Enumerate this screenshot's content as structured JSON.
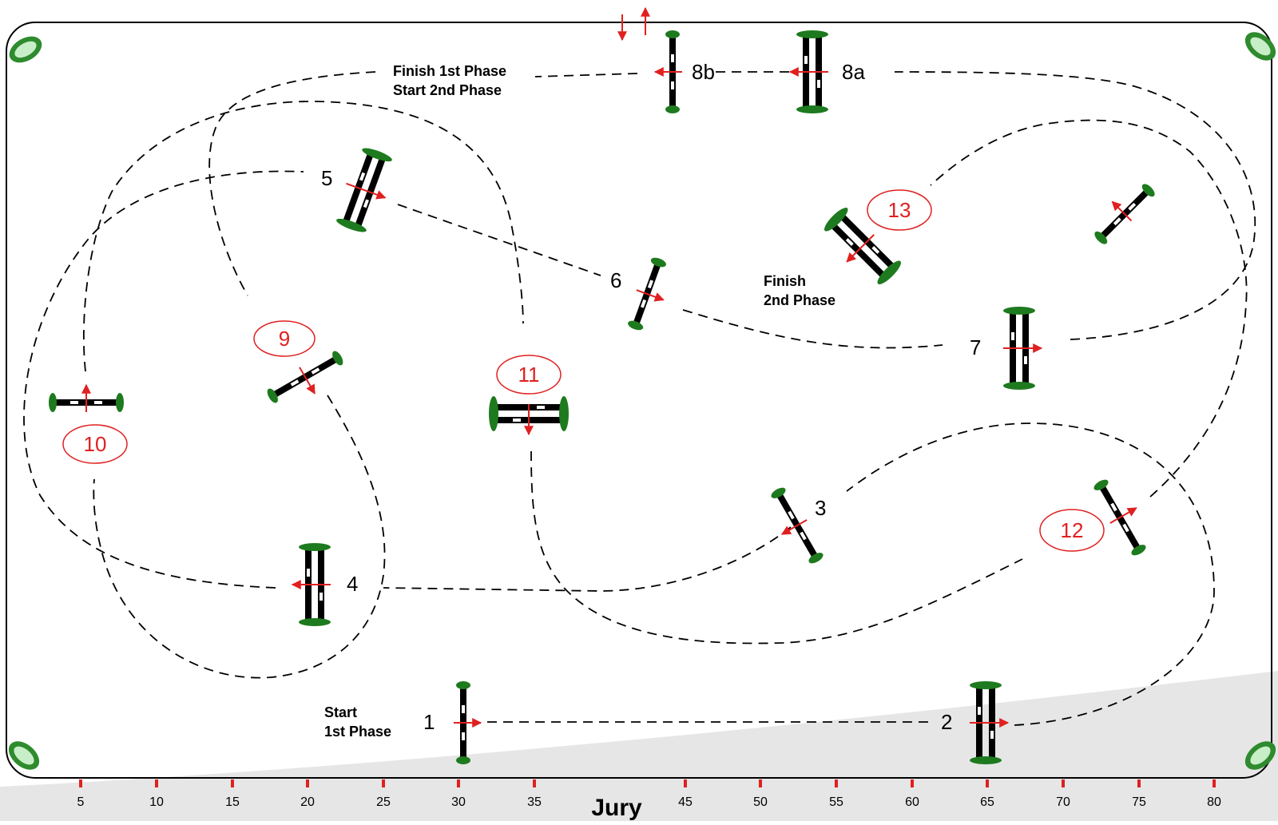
{
  "course": {
    "fences": [
      {
        "label": "1",
        "kind": "vertical"
      },
      {
        "label": "2",
        "kind": "oxer"
      },
      {
        "label": "3",
        "kind": "vertical"
      },
      {
        "label": "4",
        "kind": "oxer"
      },
      {
        "label": "5",
        "kind": "oxer"
      },
      {
        "label": "6",
        "kind": "vertical"
      },
      {
        "label": "7",
        "kind": "oxer"
      },
      {
        "label": "8a",
        "kind": "oxer"
      },
      {
        "label": "8b",
        "kind": "vertical"
      },
      {
        "label": "9",
        "kind": "vertical"
      },
      {
        "label": "10",
        "kind": "vertical"
      },
      {
        "label": "11",
        "kind": "oxer"
      },
      {
        "label": "12",
        "kind": "vertical"
      },
      {
        "label": "13",
        "kind": "oxer"
      },
      {
        "label": "",
        "kind": "vertical"
      }
    ],
    "annotations": {
      "start_phase1_line1": "Start",
      "start_phase1_line2": "1st Phase",
      "finish_phase1": "Finish 1st Phase",
      "start_phase2": "Start   2nd Phase",
      "finish_phase2_line1": "Finish",
      "finish_phase2_line2": "2nd Phase"
    },
    "axis_ticks": [
      "5",
      "10",
      "15",
      "20",
      "25",
      "30",
      "35",
      "45",
      "50",
      "55",
      "60",
      "65",
      "70",
      "75",
      "80"
    ],
    "jury_label": "Jury",
    "colors": {
      "pole_black": "#000000",
      "standard_green": "#1e7a1e",
      "arrow_red": "#e02020",
      "tick_red": "#e02020",
      "wave_gray": "#e6e6e6"
    }
  }
}
